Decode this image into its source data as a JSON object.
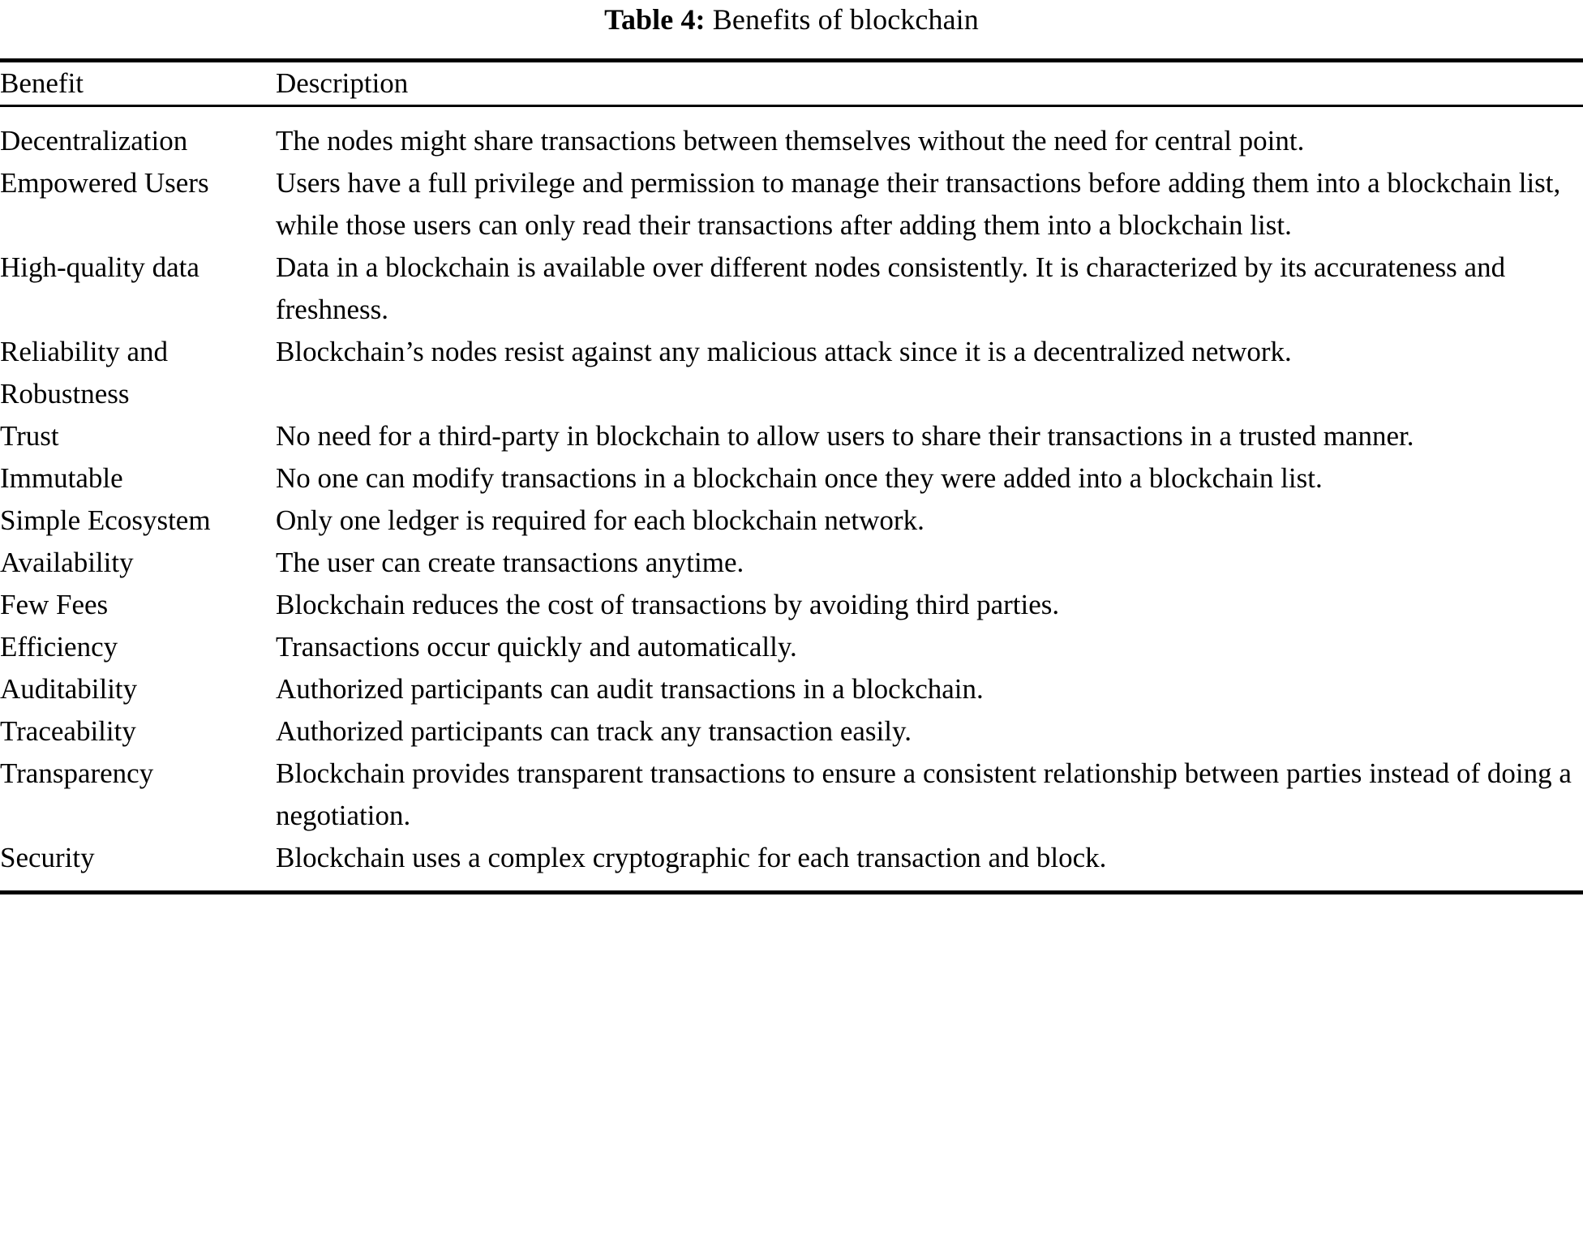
{
  "caption": {
    "label": "Table 4:",
    "text": "Benefits of blockchain"
  },
  "table": {
    "columns": [
      {
        "key": "benefit",
        "header": "Benefit"
      },
      {
        "key": "description",
        "header": "Description"
      }
    ],
    "rows": [
      {
        "benefit": "Decentralization",
        "description": "The nodes might share transactions between themselves without the need for central point."
      },
      {
        "benefit": "Empowered Users",
        "description": "Users have a full privilege and permission to manage their transactions before adding them into a blockchain list, while those users can only read their transactions after adding them into a blockchain list."
      },
      {
        "benefit": "High-quality data",
        "description": "Data in a blockchain is available over different nodes consistently. It is characterized by its accurateness and freshness."
      },
      {
        "benefit": "Reliability and Robustness",
        "description": "Blockchain’s nodes resist against any malicious attack since it is a decentralized network."
      },
      {
        "benefit": "Trust",
        "description": "No need for a third-party in blockchain to allow users to share their transactions in a trusted manner."
      },
      {
        "benefit": "Immutable",
        "description": "No one can modify transactions in a blockchain once they were added into a blockchain list."
      },
      {
        "benefit": "Simple Ecosystem",
        "description": "Only one ledger is required for each blockchain network."
      },
      {
        "benefit": "Availability",
        "description": "The user can create transactions anytime."
      },
      {
        "benefit": "Few Fees",
        "description": "Blockchain reduces the cost of transactions by avoiding third parties."
      },
      {
        "benefit": "Efficiency",
        "description": "Transactions occur quickly and automatically."
      },
      {
        "benefit": "Auditability",
        "description": "Authorized participants can audit transactions in a blockchain."
      },
      {
        "benefit": "Traceability",
        "description": "Authorized participants can track any transaction easily."
      },
      {
        "benefit": "Transparency",
        "description": "Blockchain provides transparent transactions to ensure a consistent relationship between parties instead of doing a negotiation."
      },
      {
        "benefit": "Security",
        "description": "Blockchain uses a complex cryptographic for each transaction and block."
      }
    ]
  }
}
